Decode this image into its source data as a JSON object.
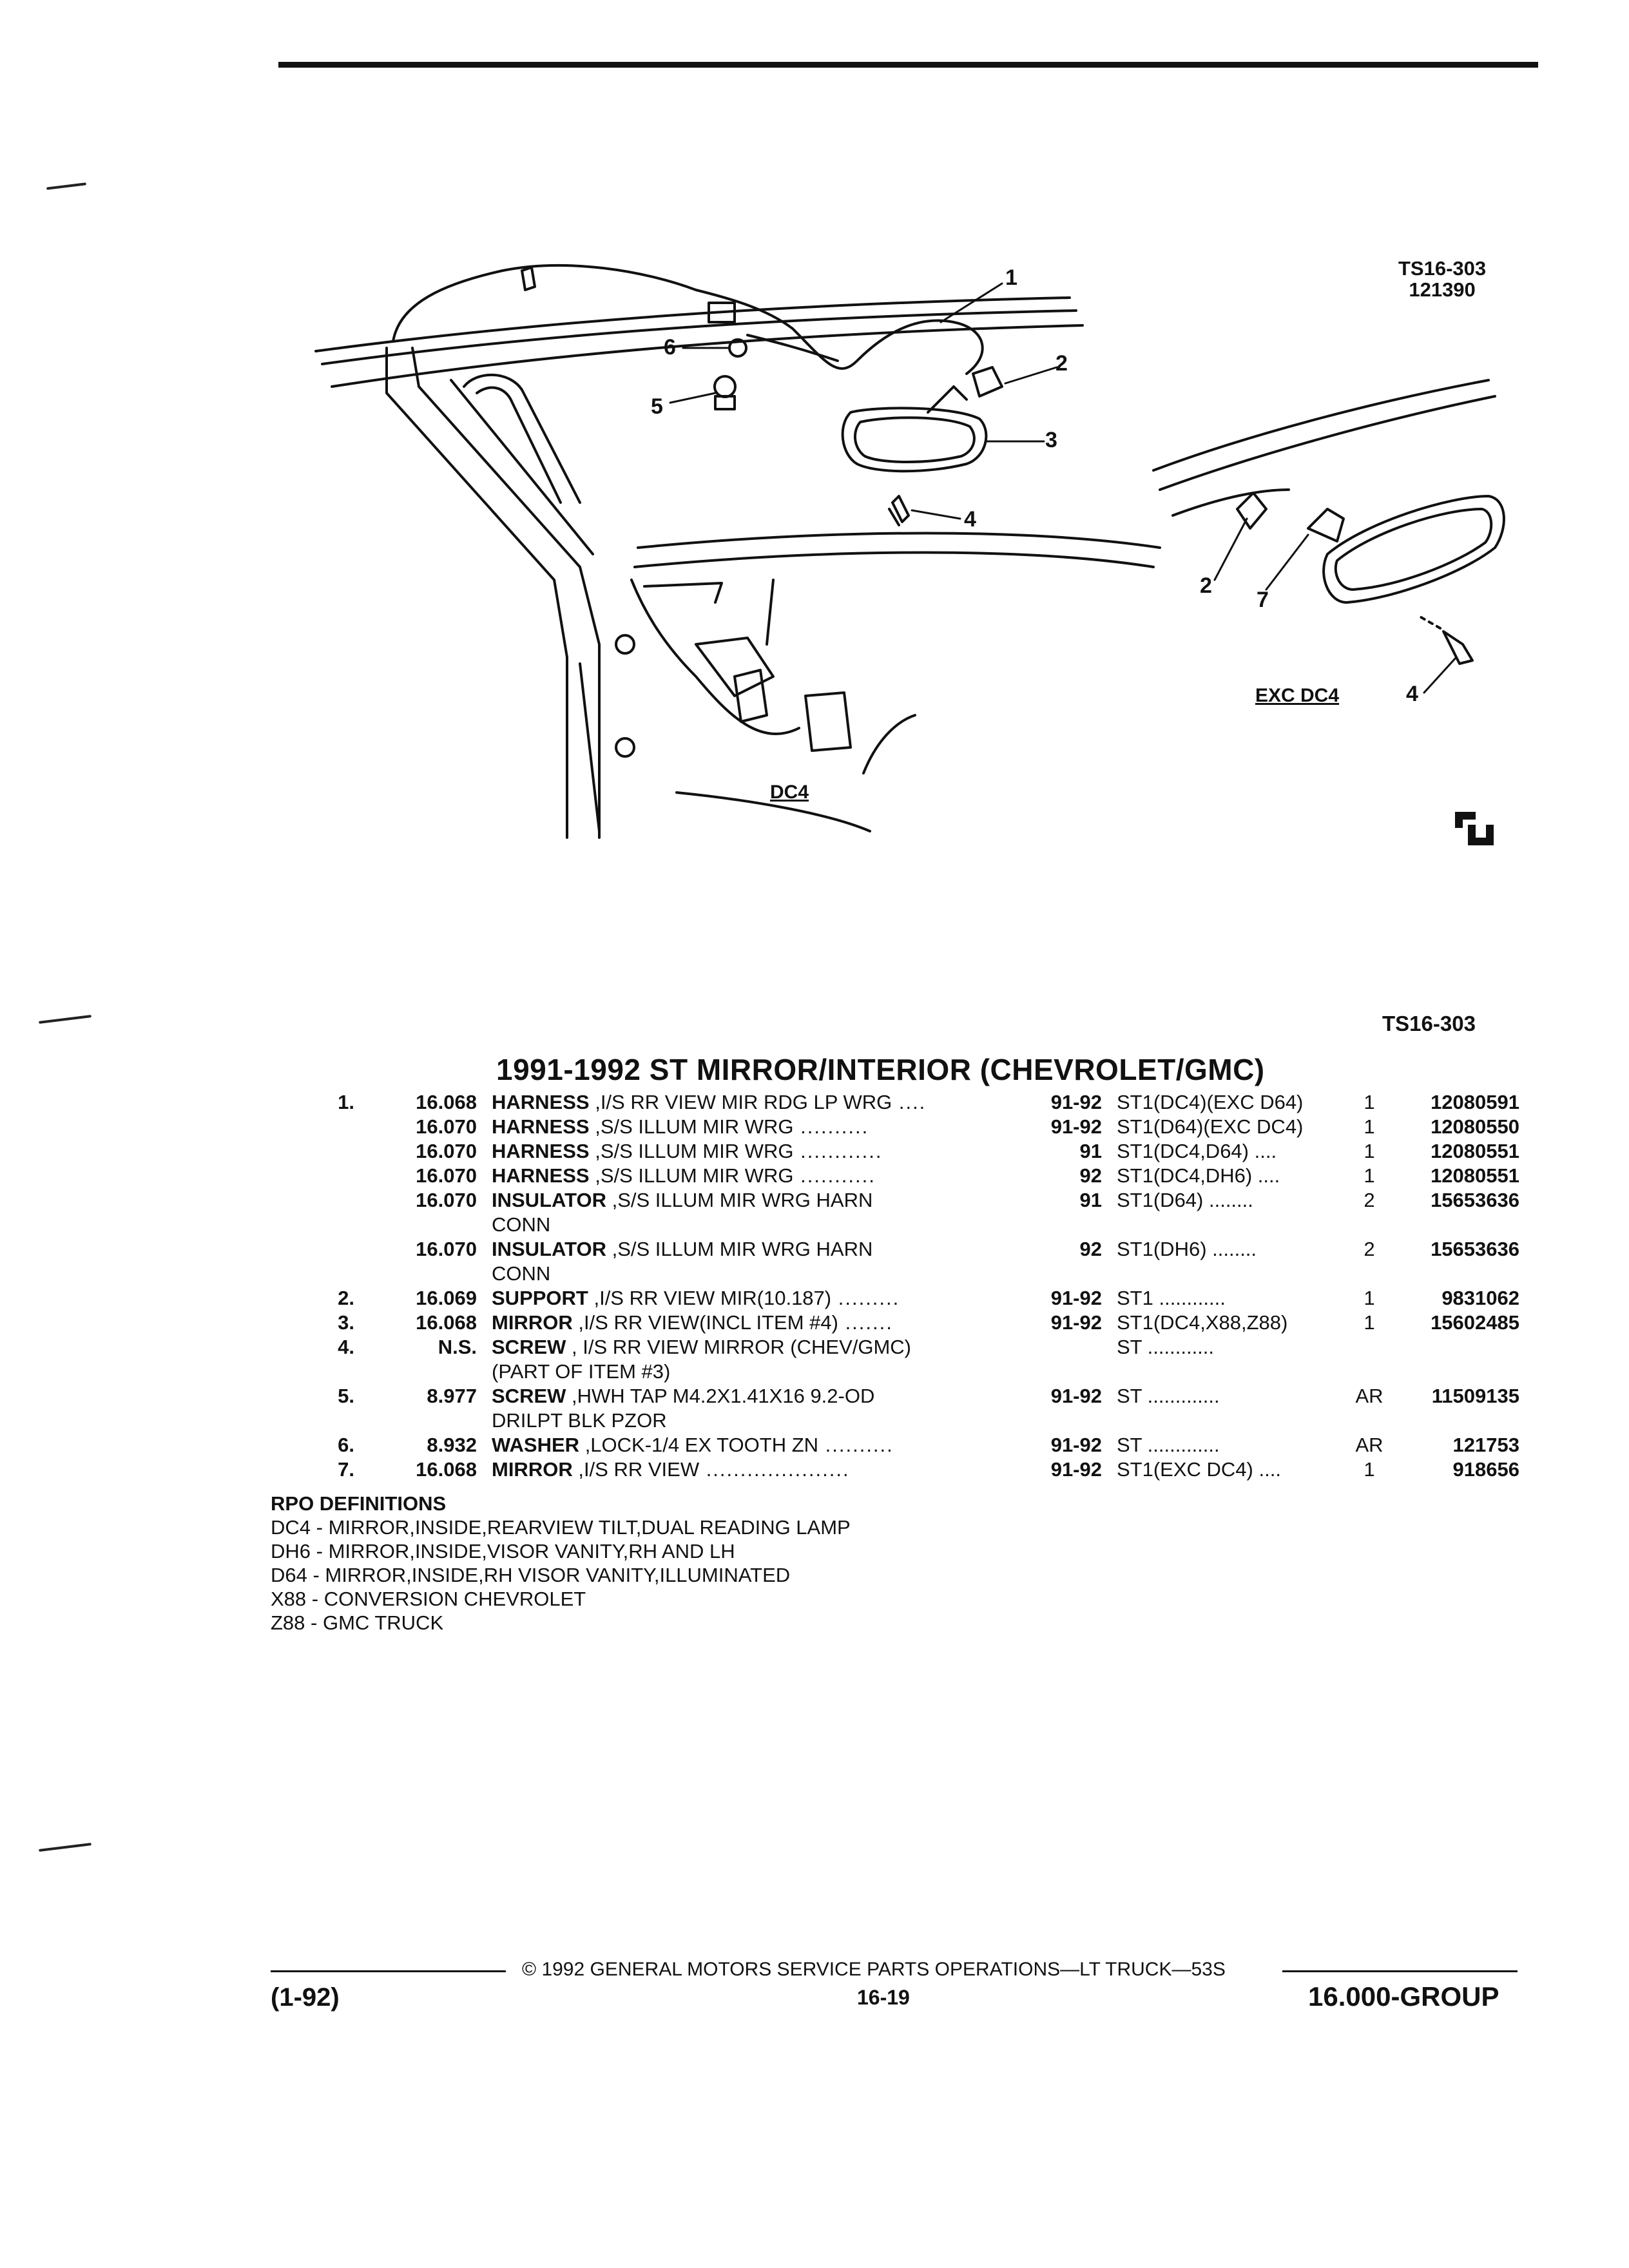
{
  "figure": {
    "code_line1": "TS16-303",
    "code_line2": "121390",
    "callouts": [
      "1",
      "2",
      "3",
      "4",
      "5",
      "6"
    ],
    "inset_callouts": [
      "2",
      "7",
      "4"
    ],
    "label_dc4": "DC4",
    "label_exc_dc4": "EXC DC4"
  },
  "ts_code": "TS16-303",
  "title": "1991-1992 ST MIRROR/INTERIOR (CHEVROLET/GMC)",
  "parts": [
    {
      "num": "1.",
      "group": "16.068",
      "name": "HARNESS",
      "desc": " ,I/S RR VIEW MIR RDG LP WRG",
      "desc2": "",
      "dots": " ....",
      "years": "91-92",
      "model": "ST1(DC4)(EXC D64)",
      "qty": "1",
      "part": "12080591"
    },
    {
      "num": "",
      "group": "16.070",
      "name": "HARNESS",
      "desc": " ,S/S ILLUM MIR WRG",
      "desc2": "",
      "dots": " ..........",
      "years": "91-92",
      "model": "ST1(D64)(EXC DC4)",
      "qty": "1",
      "part": "12080550"
    },
    {
      "num": "",
      "group": "16.070",
      "name": "HARNESS",
      "desc": " ,S/S ILLUM MIR WRG",
      "desc2": "",
      "dots": " ............",
      "years": "91",
      "model": "ST1(DC4,D64) ....",
      "qty": "1",
      "part": "12080551"
    },
    {
      "num": "",
      "group": "16.070",
      "name": "HARNESS",
      "desc": " ,S/S ILLUM MIR WRG",
      "desc2": "",
      "dots": " ...........",
      "years": "92",
      "model": "ST1(DC4,DH6) ....",
      "qty": "1",
      "part": "12080551"
    },
    {
      "num": "",
      "group": "16.070",
      "name": "INSULATOR",
      "desc": " ,S/S ILLUM MIR WRG HARN",
      "desc2": "CONN",
      "dots": "",
      "years": "91",
      "model": "ST1(D64) ........",
      "qty": "2",
      "part": "15653636"
    },
    {
      "num": "",
      "group": "16.070",
      "name": "INSULATOR",
      "desc": " ,S/S ILLUM MIR WRG HARN",
      "desc2": "CONN",
      "dots": "",
      "years": "92",
      "model": "ST1(DH6) ........",
      "qty": "2",
      "part": "15653636"
    },
    {
      "num": "2.",
      "group": "16.069",
      "name": "SUPPORT",
      "desc": " ,I/S RR VIEW MIR(10.187)",
      "desc2": "",
      "dots": " .........",
      "years": "91-92",
      "model": "ST1 ............",
      "qty": "1",
      "part": "9831062"
    },
    {
      "num": "3.",
      "group": "16.068",
      "name": "MIRROR",
      "desc": " ,I/S RR VIEW(INCL ITEM #4)",
      "desc2": "",
      "dots": " .......",
      "years": "91-92",
      "model": "ST1(DC4,X88,Z88)",
      "qty": "1",
      "part": "15602485"
    },
    {
      "num": "4.",
      "group": "N.S.",
      "name": "SCREW",
      "desc": " , I/S RR VIEW MIRROR (CHEV/GMC)",
      "desc2": "(PART OF ITEM #3)",
      "dots": "",
      "years": "",
      "model": "ST ............",
      "qty": "",
      "part": ""
    },
    {
      "num": "5.",
      "group": "8.977",
      "name": "SCREW",
      "desc": " ,HWH TAP M4.2X1.41X16 9.2-OD",
      "desc2": "DRILPT BLK PZOR",
      "dots": "",
      "years": "91-92",
      "model": "ST .............",
      "qty": "AR",
      "part": "11509135"
    },
    {
      "num": "6.",
      "group": "8.932",
      "name": "WASHER",
      "desc": " ,LOCK-1/4 EX TOOTH ZN",
      "desc2": "",
      "dots": " ..........",
      "years": "91-92",
      "model": "ST .............",
      "qty": "AR",
      "part": "121753"
    },
    {
      "num": "7.",
      "group": "16.068",
      "name": "MIRROR",
      "desc": " ,I/S RR VIEW",
      "desc2": "",
      "dots": " .....................",
      "years": "91-92",
      "model": "ST1(EXC DC4) ....",
      "qty": "1",
      "part": "918656"
    }
  ],
  "rpo": {
    "heading": "RPO DEFINITIONS",
    "lines": [
      "DC4 - MIRROR,INSIDE,REARVIEW TILT,DUAL READING LAMP",
      "DH6 - MIRROR,INSIDE,VISOR VANITY,RH AND LH",
      "D64 - MIRROR,INSIDE,RH VISOR VANITY,ILLUMINATED",
      "X88 - CONVERSION CHEVROLET",
      "Z88 - GMC TRUCK"
    ]
  },
  "footer": {
    "copyright": "©  1992  GENERAL MOTORS SERVICE PARTS OPERATIONS—LT TRUCK—53S",
    "date": "(1-92)",
    "page": "16-19",
    "group": "16.000-GROUP"
  }
}
